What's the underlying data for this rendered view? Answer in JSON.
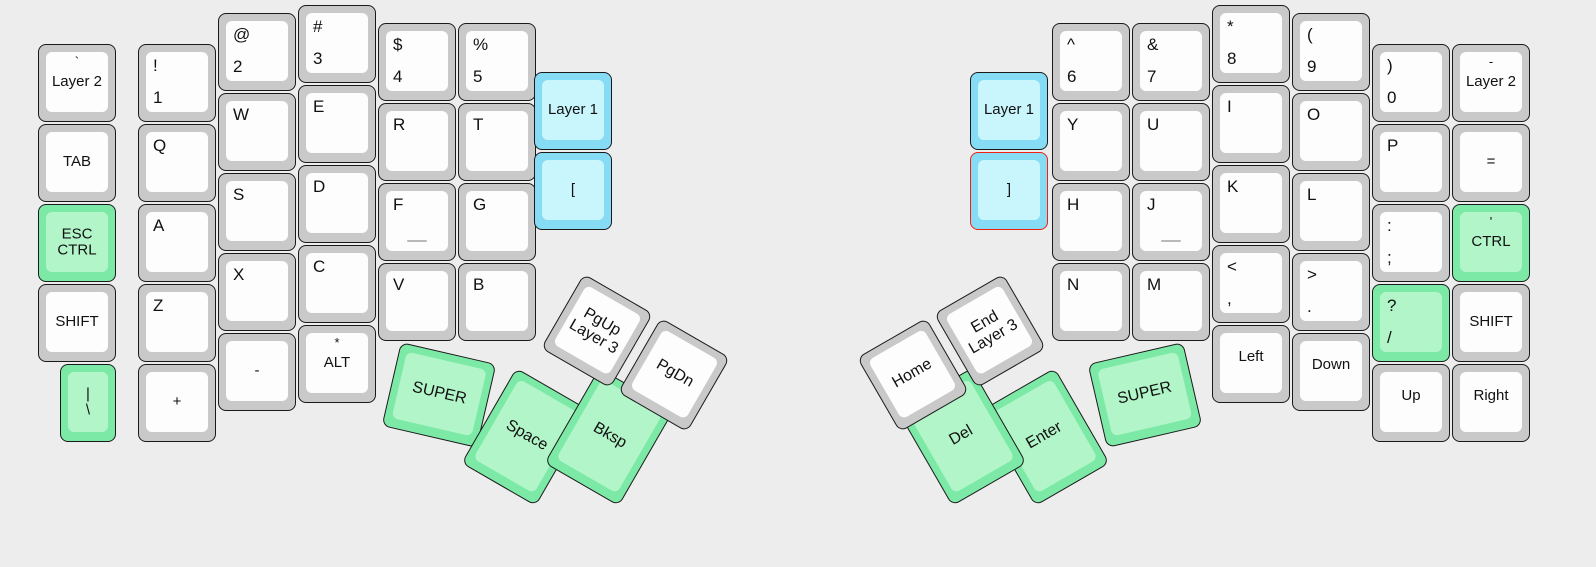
{
  "meta": {
    "title": "Split ergonomic keyboard layout",
    "background_color": "#ededed",
    "key_colors": {
      "default_skirt": "#c9c9c9",
      "default_cap": "#fdfdfd",
      "green_skirt": "#7ceaa6",
      "green_cap": "#b2f5c8",
      "cyan_skirt": "#87dcf5",
      "cyan_cap": "#c9f5fd",
      "selected_outline": "#ee2211"
    }
  },
  "left_half": {
    "columns": [
      {
        "name": "pinky-outer",
        "keys": [
          {
            "id": "l-grave-layer2",
            "top": "`",
            "main": "Layer 2",
            "style": "top-center+mid"
          },
          {
            "id": "l-tab",
            "top": "",
            "main": "TAB",
            "style": "mid"
          },
          {
            "id": "l-esc-ctrl",
            "top": "ESC",
            "main": "CTRL",
            "style": "two-line-mid",
            "color": "green"
          },
          {
            "id": "l-shift",
            "top": "",
            "main": "SHIFT",
            "style": "mid"
          },
          {
            "id": "l-pipe-bslash",
            "top": "|",
            "main": "\\",
            "style": "two-line-mid",
            "color": "green"
          }
        ]
      },
      {
        "name": "pinky-home",
        "keys": [
          {
            "id": "l-1",
            "shifted": "!",
            "base": "1",
            "style": "dual"
          },
          {
            "id": "l-q",
            "shifted": "Q",
            "base": "",
            "style": "tl"
          },
          {
            "id": "l-a",
            "shifted": "A",
            "base": "",
            "style": "tl"
          },
          {
            "id": "l-z",
            "shifted": "Z",
            "base": "",
            "style": "tl"
          },
          {
            "id": "l-plus",
            "shifted": "",
            "base": "+",
            "style": "mid"
          }
        ]
      },
      {
        "name": "ring",
        "keys": [
          {
            "id": "l-2",
            "shifted": "@",
            "base": "2",
            "style": "dual"
          },
          {
            "id": "l-w",
            "shifted": "W",
            "base": "",
            "style": "tl"
          },
          {
            "id": "l-s",
            "shifted": "S",
            "base": "",
            "style": "tl"
          },
          {
            "id": "l-x",
            "shifted": "X",
            "base": "",
            "style": "tl"
          },
          {
            "id": "l-minus",
            "shifted": "",
            "base": "-",
            "style": "mid"
          }
        ]
      },
      {
        "name": "middle",
        "keys": [
          {
            "id": "l-3",
            "shifted": "#",
            "base": "3",
            "style": "dual"
          },
          {
            "id": "l-e",
            "shifted": "E",
            "base": "",
            "style": "tl"
          },
          {
            "id": "l-d",
            "shifted": "D",
            "base": "",
            "style": "tl"
          },
          {
            "id": "l-c",
            "shifted": "C",
            "base": "",
            "style": "tl"
          },
          {
            "id": "l-alt",
            "top": "*",
            "main": "ALT",
            "style": "top-center+mid"
          }
        ]
      },
      {
        "name": "index",
        "keys": [
          {
            "id": "l-4",
            "shifted": "$",
            "base": "4",
            "style": "dual"
          },
          {
            "id": "l-r",
            "shifted": "R",
            "base": "",
            "style": "tl"
          },
          {
            "id": "l-f",
            "shifted": "F",
            "base": "",
            "style": "tl",
            "homing": true
          },
          {
            "id": "l-v",
            "shifted": "V",
            "base": "",
            "style": "tl"
          }
        ]
      },
      {
        "name": "index-inner",
        "keys": [
          {
            "id": "l-5",
            "shifted": "%",
            "base": "5",
            "style": "dual"
          },
          {
            "id": "l-t",
            "shifted": "T",
            "base": "",
            "style": "tl"
          },
          {
            "id": "l-g",
            "shifted": "G",
            "base": "",
            "style": "tl"
          },
          {
            "id": "l-b",
            "shifted": "B",
            "base": "",
            "style": "tl"
          }
        ]
      },
      {
        "name": "inner-extra",
        "keys": [
          {
            "id": "l-layer1",
            "main": "Layer 1",
            "style": "mid",
            "color": "cyan"
          },
          {
            "id": "l-lbracket",
            "main": "[",
            "style": "mid",
            "color": "cyan"
          }
        ]
      }
    ],
    "thumb_cluster": [
      {
        "id": "l-super",
        "main": "SUPER",
        "color": "green",
        "rotation": 13
      },
      {
        "id": "l-space",
        "main": "Space",
        "color": "green",
        "rotation": 30
      },
      {
        "id": "l-bksp",
        "main": "Bksp",
        "color": "green",
        "rotation": 30
      },
      {
        "id": "l-pgup-layer3",
        "top": "PgUp",
        "main": "Layer 3",
        "style": "two-line-mid",
        "rotation": 30
      },
      {
        "id": "l-pgdn",
        "main": "PgDn",
        "rotation": 30
      }
    ]
  },
  "right_half": {
    "columns": [
      {
        "name": "inner-extra",
        "keys": [
          {
            "id": "r-layer1",
            "main": "Layer 1",
            "style": "mid",
            "color": "cyan"
          },
          {
            "id": "r-rbracket",
            "main": "]",
            "style": "mid",
            "color": "cyan",
            "selected": true
          }
        ]
      },
      {
        "name": "index-inner",
        "keys": [
          {
            "id": "r-6",
            "shifted": "^",
            "base": "6",
            "style": "dual"
          },
          {
            "id": "r-y",
            "shifted": "Y",
            "base": "",
            "style": "tl"
          },
          {
            "id": "r-h",
            "shifted": "H",
            "base": "",
            "style": "tl"
          },
          {
            "id": "r-n",
            "shifted": "N",
            "base": "",
            "style": "tl"
          }
        ]
      },
      {
        "name": "index",
        "keys": [
          {
            "id": "r-7",
            "shifted": "&",
            "base": "7",
            "style": "dual"
          },
          {
            "id": "r-u",
            "shifted": "U",
            "base": "",
            "style": "tl"
          },
          {
            "id": "r-j",
            "shifted": "J",
            "base": "",
            "style": "tl",
            "homing": true
          },
          {
            "id": "r-m",
            "shifted": "M",
            "base": "",
            "style": "tl"
          }
        ]
      },
      {
        "name": "middle",
        "keys": [
          {
            "id": "r-8",
            "shifted": "*",
            "base": "8",
            "style": "dual"
          },
          {
            "id": "r-i",
            "shifted": "I",
            "base": "",
            "style": "tl"
          },
          {
            "id": "r-k",
            "shifted": "K",
            "base": "",
            "style": "tl"
          },
          {
            "id": "r-comma",
            "shifted": "<",
            "base": ",",
            "style": "dual"
          },
          {
            "id": "r-left",
            "main": "Left",
            "style": "mid-top"
          }
        ]
      },
      {
        "name": "ring",
        "keys": [
          {
            "id": "r-9",
            "shifted": "(",
            "base": "9",
            "style": "dual"
          },
          {
            "id": "r-o",
            "shifted": "O",
            "base": "",
            "style": "tl"
          },
          {
            "id": "r-l",
            "shifted": "L",
            "base": "",
            "style": "tl"
          },
          {
            "id": "r-period",
            "shifted": ">",
            "base": ".",
            "style": "dual"
          },
          {
            "id": "r-down",
            "main": "Down",
            "style": "mid-top"
          }
        ]
      },
      {
        "name": "pinky-home",
        "keys": [
          {
            "id": "r-0",
            "shifted": ")",
            "base": "0",
            "style": "dual"
          },
          {
            "id": "r-p",
            "shifted": "P",
            "base": "",
            "style": "tl"
          },
          {
            "id": "r-semicolon",
            "shifted": ":",
            "base": ";",
            "style": "dual"
          },
          {
            "id": "r-slash",
            "shifted": "?",
            "base": "/",
            "style": "dual",
            "color": "green"
          },
          {
            "id": "r-up",
            "main": "Up",
            "style": "mid-top"
          }
        ]
      },
      {
        "name": "pinky-outer",
        "keys": [
          {
            "id": "r-minus-layer2",
            "top": "-",
            "main": "Layer 2",
            "style": "top-center+mid"
          },
          {
            "id": "r-equal",
            "main": "=",
            "style": "mid"
          },
          {
            "id": "r-quote-ctrl",
            "top": "'",
            "main": "CTRL",
            "style": "top-center+mid",
            "color": "green"
          },
          {
            "id": "r-shift",
            "main": "SHIFT",
            "style": "mid"
          },
          {
            "id": "r-right",
            "main": "Right",
            "style": "mid-top"
          }
        ]
      }
    ],
    "thumb_cluster": [
      {
        "id": "r-super",
        "main": "SUPER",
        "color": "green",
        "rotation": -13
      },
      {
        "id": "r-enter",
        "main": "Enter",
        "color": "green",
        "rotation": -30
      },
      {
        "id": "r-del",
        "main": "Del",
        "color": "green",
        "rotation": -30
      },
      {
        "id": "r-end-layer3",
        "top": "End",
        "main": "Layer 3",
        "style": "two-line-mid",
        "rotation": -30
      },
      {
        "id": "r-home",
        "main": "Home",
        "rotation": -30
      }
    ]
  }
}
